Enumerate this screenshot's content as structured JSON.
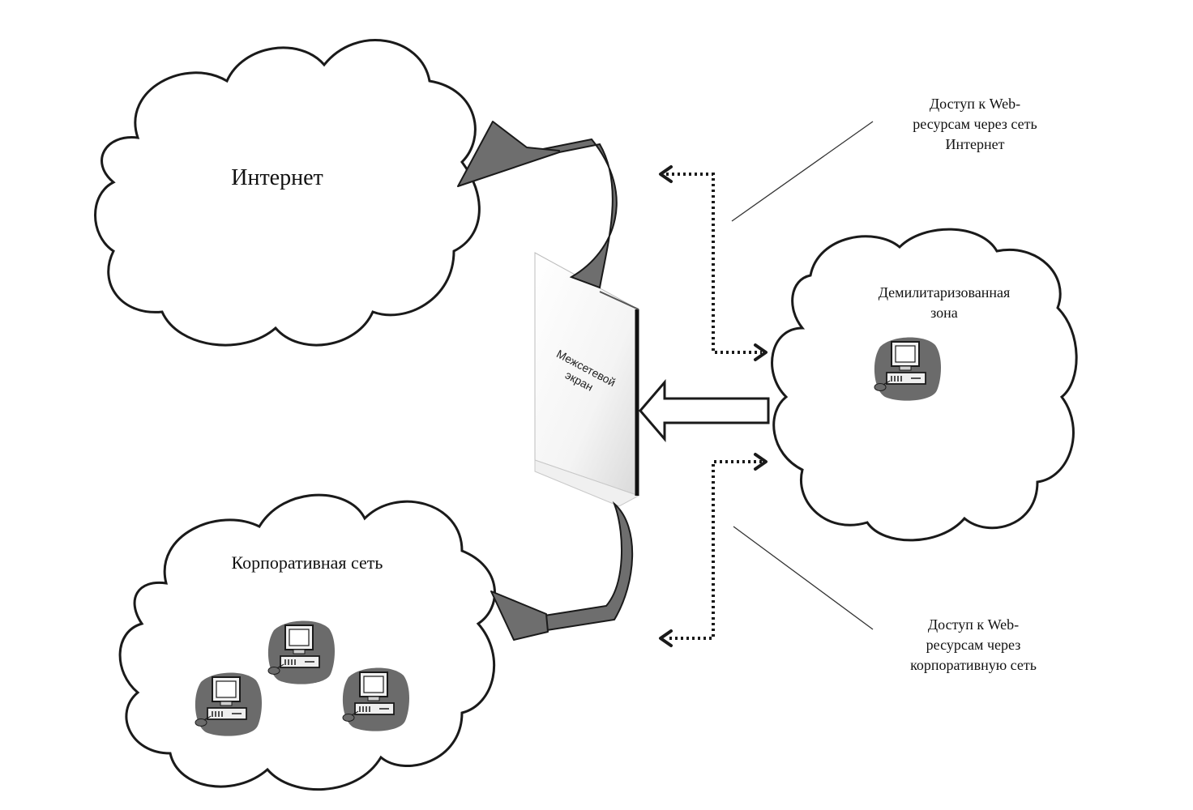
{
  "nodes": {
    "internet": {
      "label": "Интернет"
    },
    "corporate": {
      "label": "Корпоративная сеть"
    },
    "dmz": {
      "label_line1": "Демилитаризованная",
      "label_line2": "зона"
    },
    "firewall": {
      "label_line1": "Межсетевой",
      "label_line2": "экран"
    }
  },
  "annotations": {
    "internet_access": {
      "line1": "Доступ к Web-",
      "line2": "ресурсам через сеть",
      "line3": "Интернет"
    },
    "corporate_access": {
      "line1": "Доступ к Web-",
      "line2": "ресурсам через",
      "line3": "корпоративную сеть"
    }
  },
  "colors": {
    "arrow_fill": "#6e6e6e",
    "computer_blob": "#6b6b6b",
    "outline": "#1a1a1a"
  },
  "icons": [
    "computer-icon"
  ]
}
